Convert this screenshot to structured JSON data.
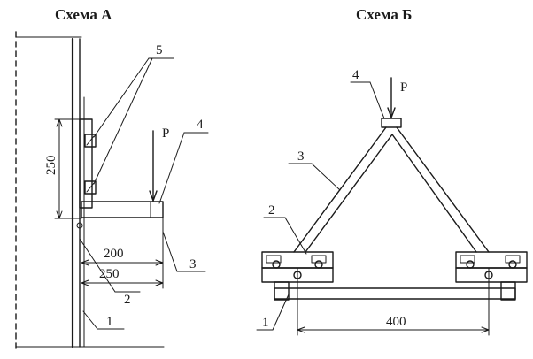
{
  "scheme_a": {
    "title": "Схема А",
    "labels": {
      "part1": "1",
      "part2": "2",
      "part3": "3",
      "part4": "4",
      "part5": "5",
      "force": "P"
    },
    "dimensions": {
      "height": "250",
      "d200": "200",
      "d250": "250"
    }
  },
  "scheme_b": {
    "title": "Схема Б",
    "labels": {
      "part1": "1",
      "part2": "2",
      "part3": "3",
      "part4": "4",
      "force": "P"
    },
    "dimensions": {
      "span": "400"
    }
  }
}
